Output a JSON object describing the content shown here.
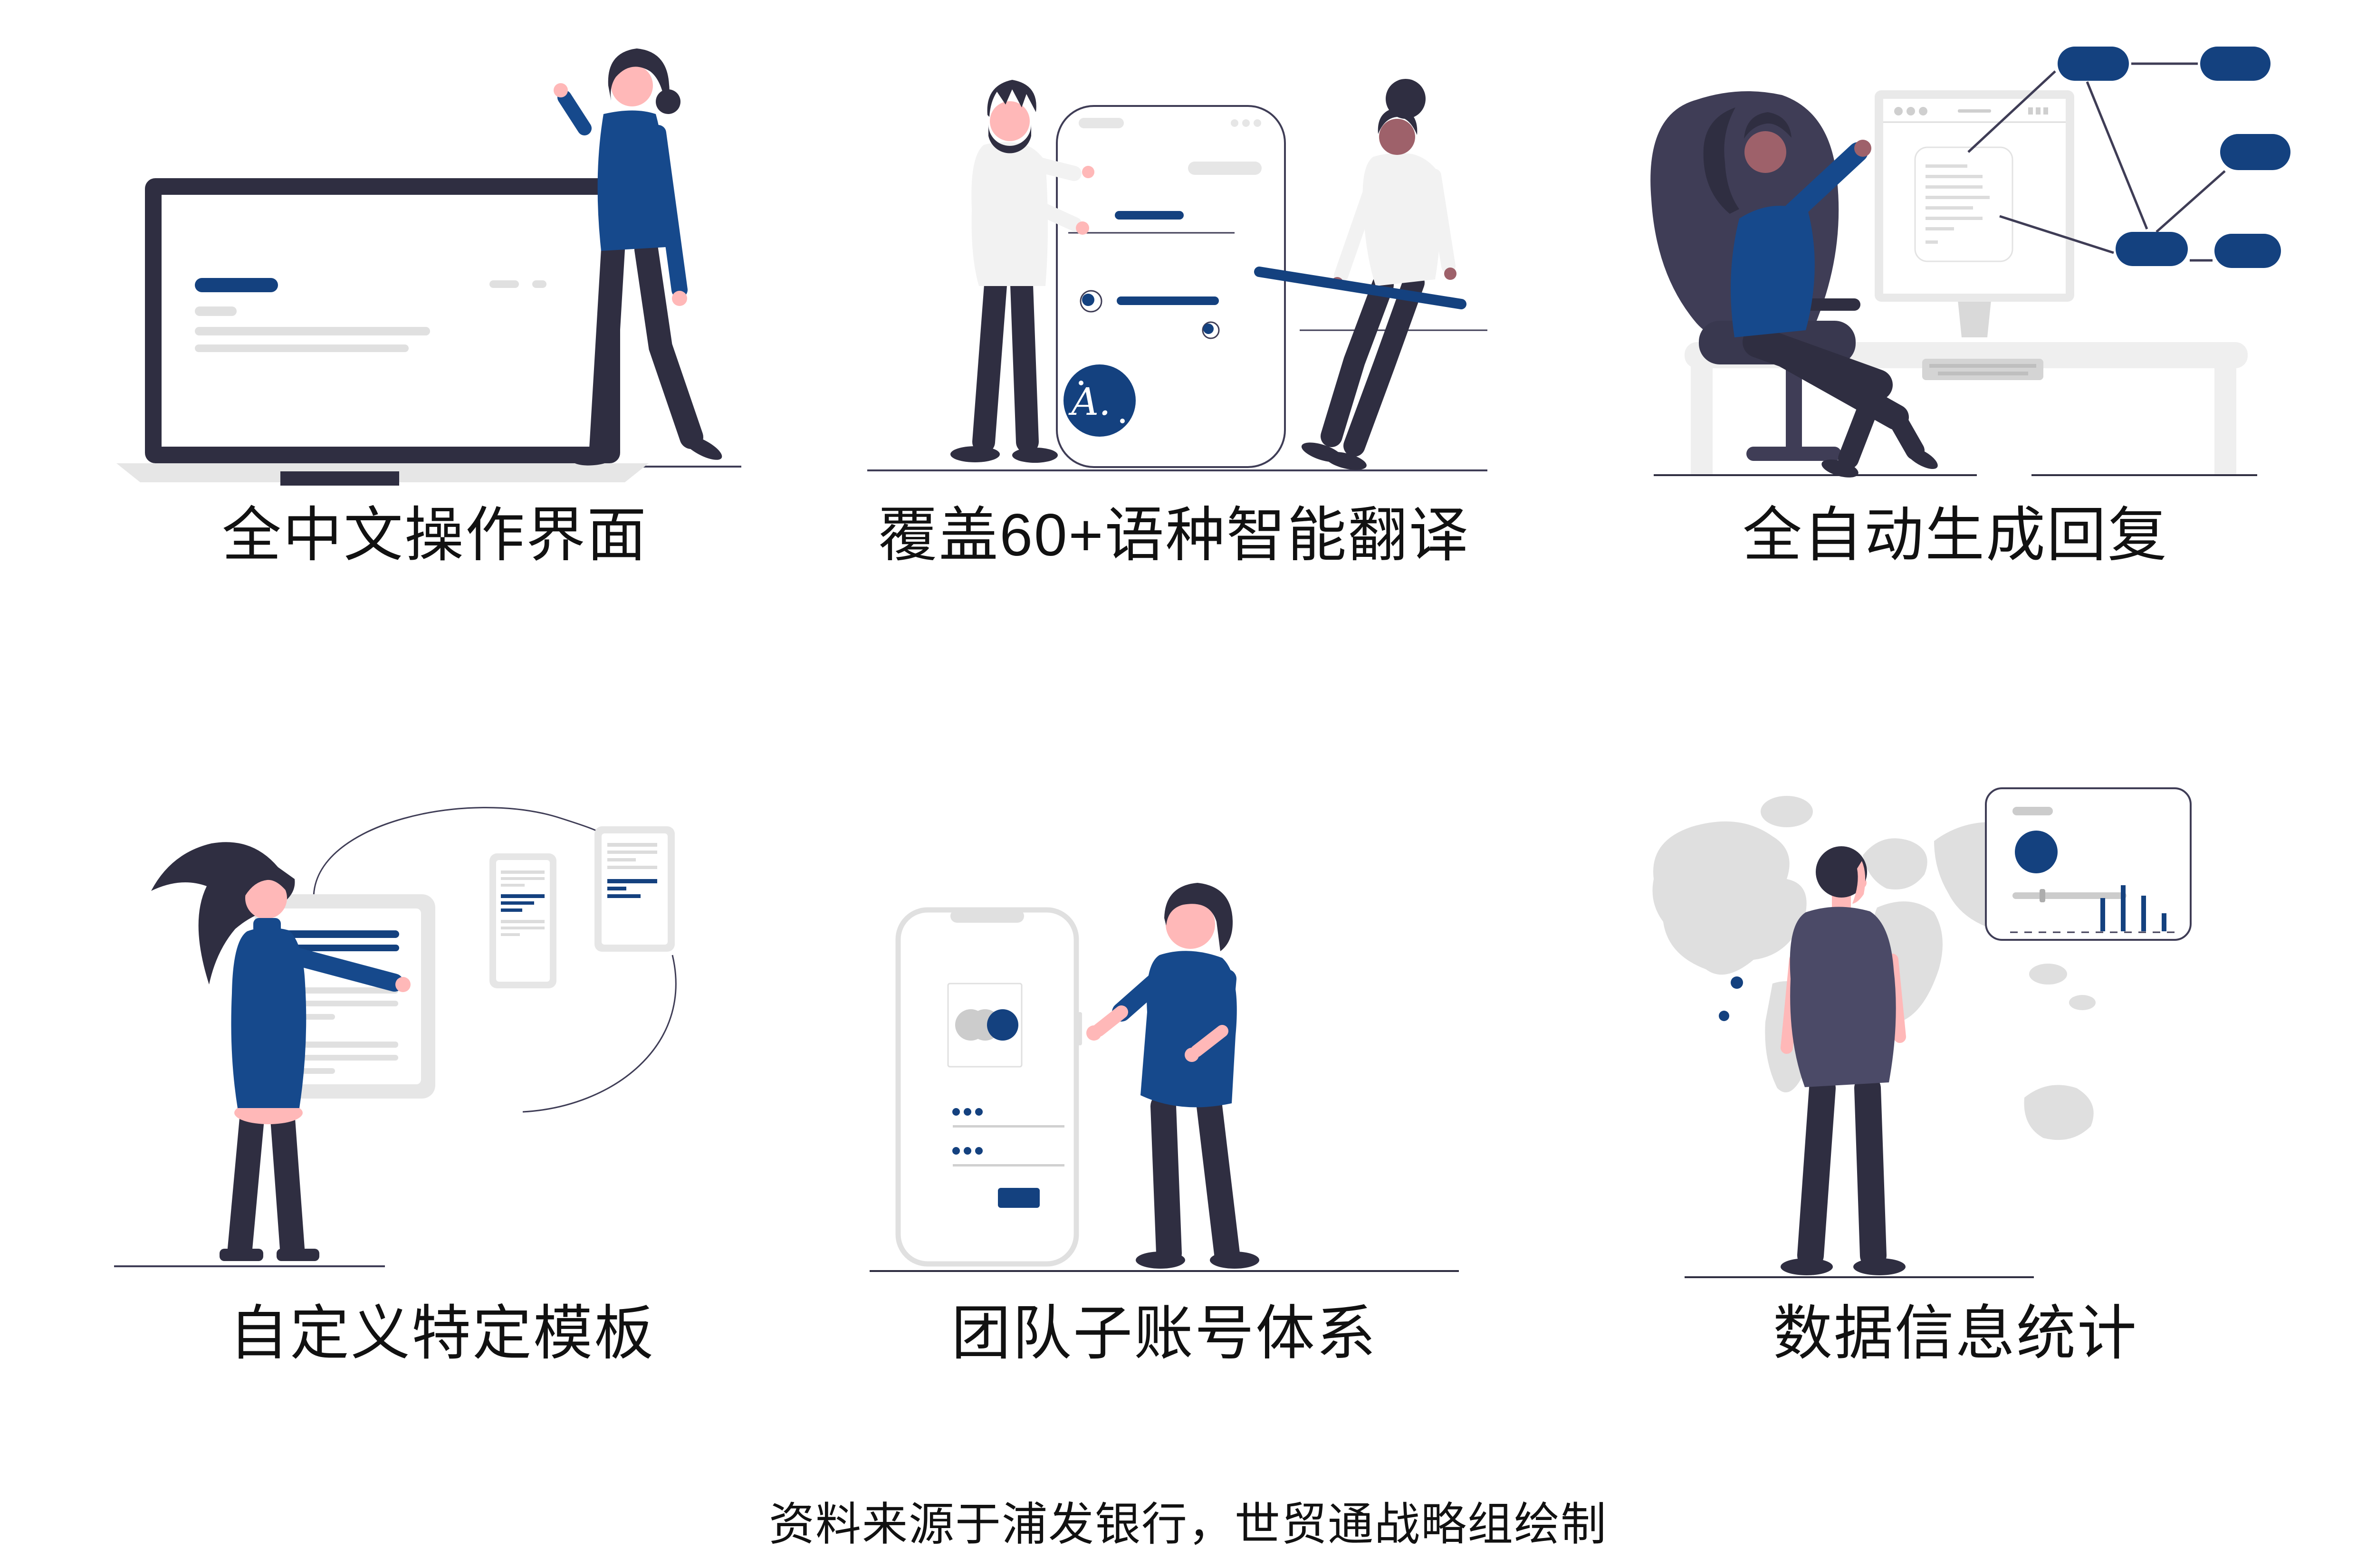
{
  "page": {
    "footer_note": "资料来源于浦发银行，世贸通战略组绘制"
  },
  "colors": {
    "accent_navy": "#14417f",
    "clothing_blue": "#16498c",
    "figure_dark": "#2f2e41",
    "figure_slate": "#3f3d56",
    "light_gray": "#e6e6e6",
    "skin_light": "#ffb8b8",
    "skin_dark": "#9e616a",
    "text_black": "#111111",
    "background": "#ffffff"
  },
  "panels": [
    {
      "caption": "全中文操作界面"
    },
    {
      "caption": "覆盖60+语种智能翻译",
      "badge_letter": "A."
    },
    {
      "caption": "全自动生成回复"
    },
    {
      "caption": "自定义特定模板"
    },
    {
      "caption": "团队子账号体系"
    },
    {
      "caption": "数据信息统计"
    }
  ]
}
